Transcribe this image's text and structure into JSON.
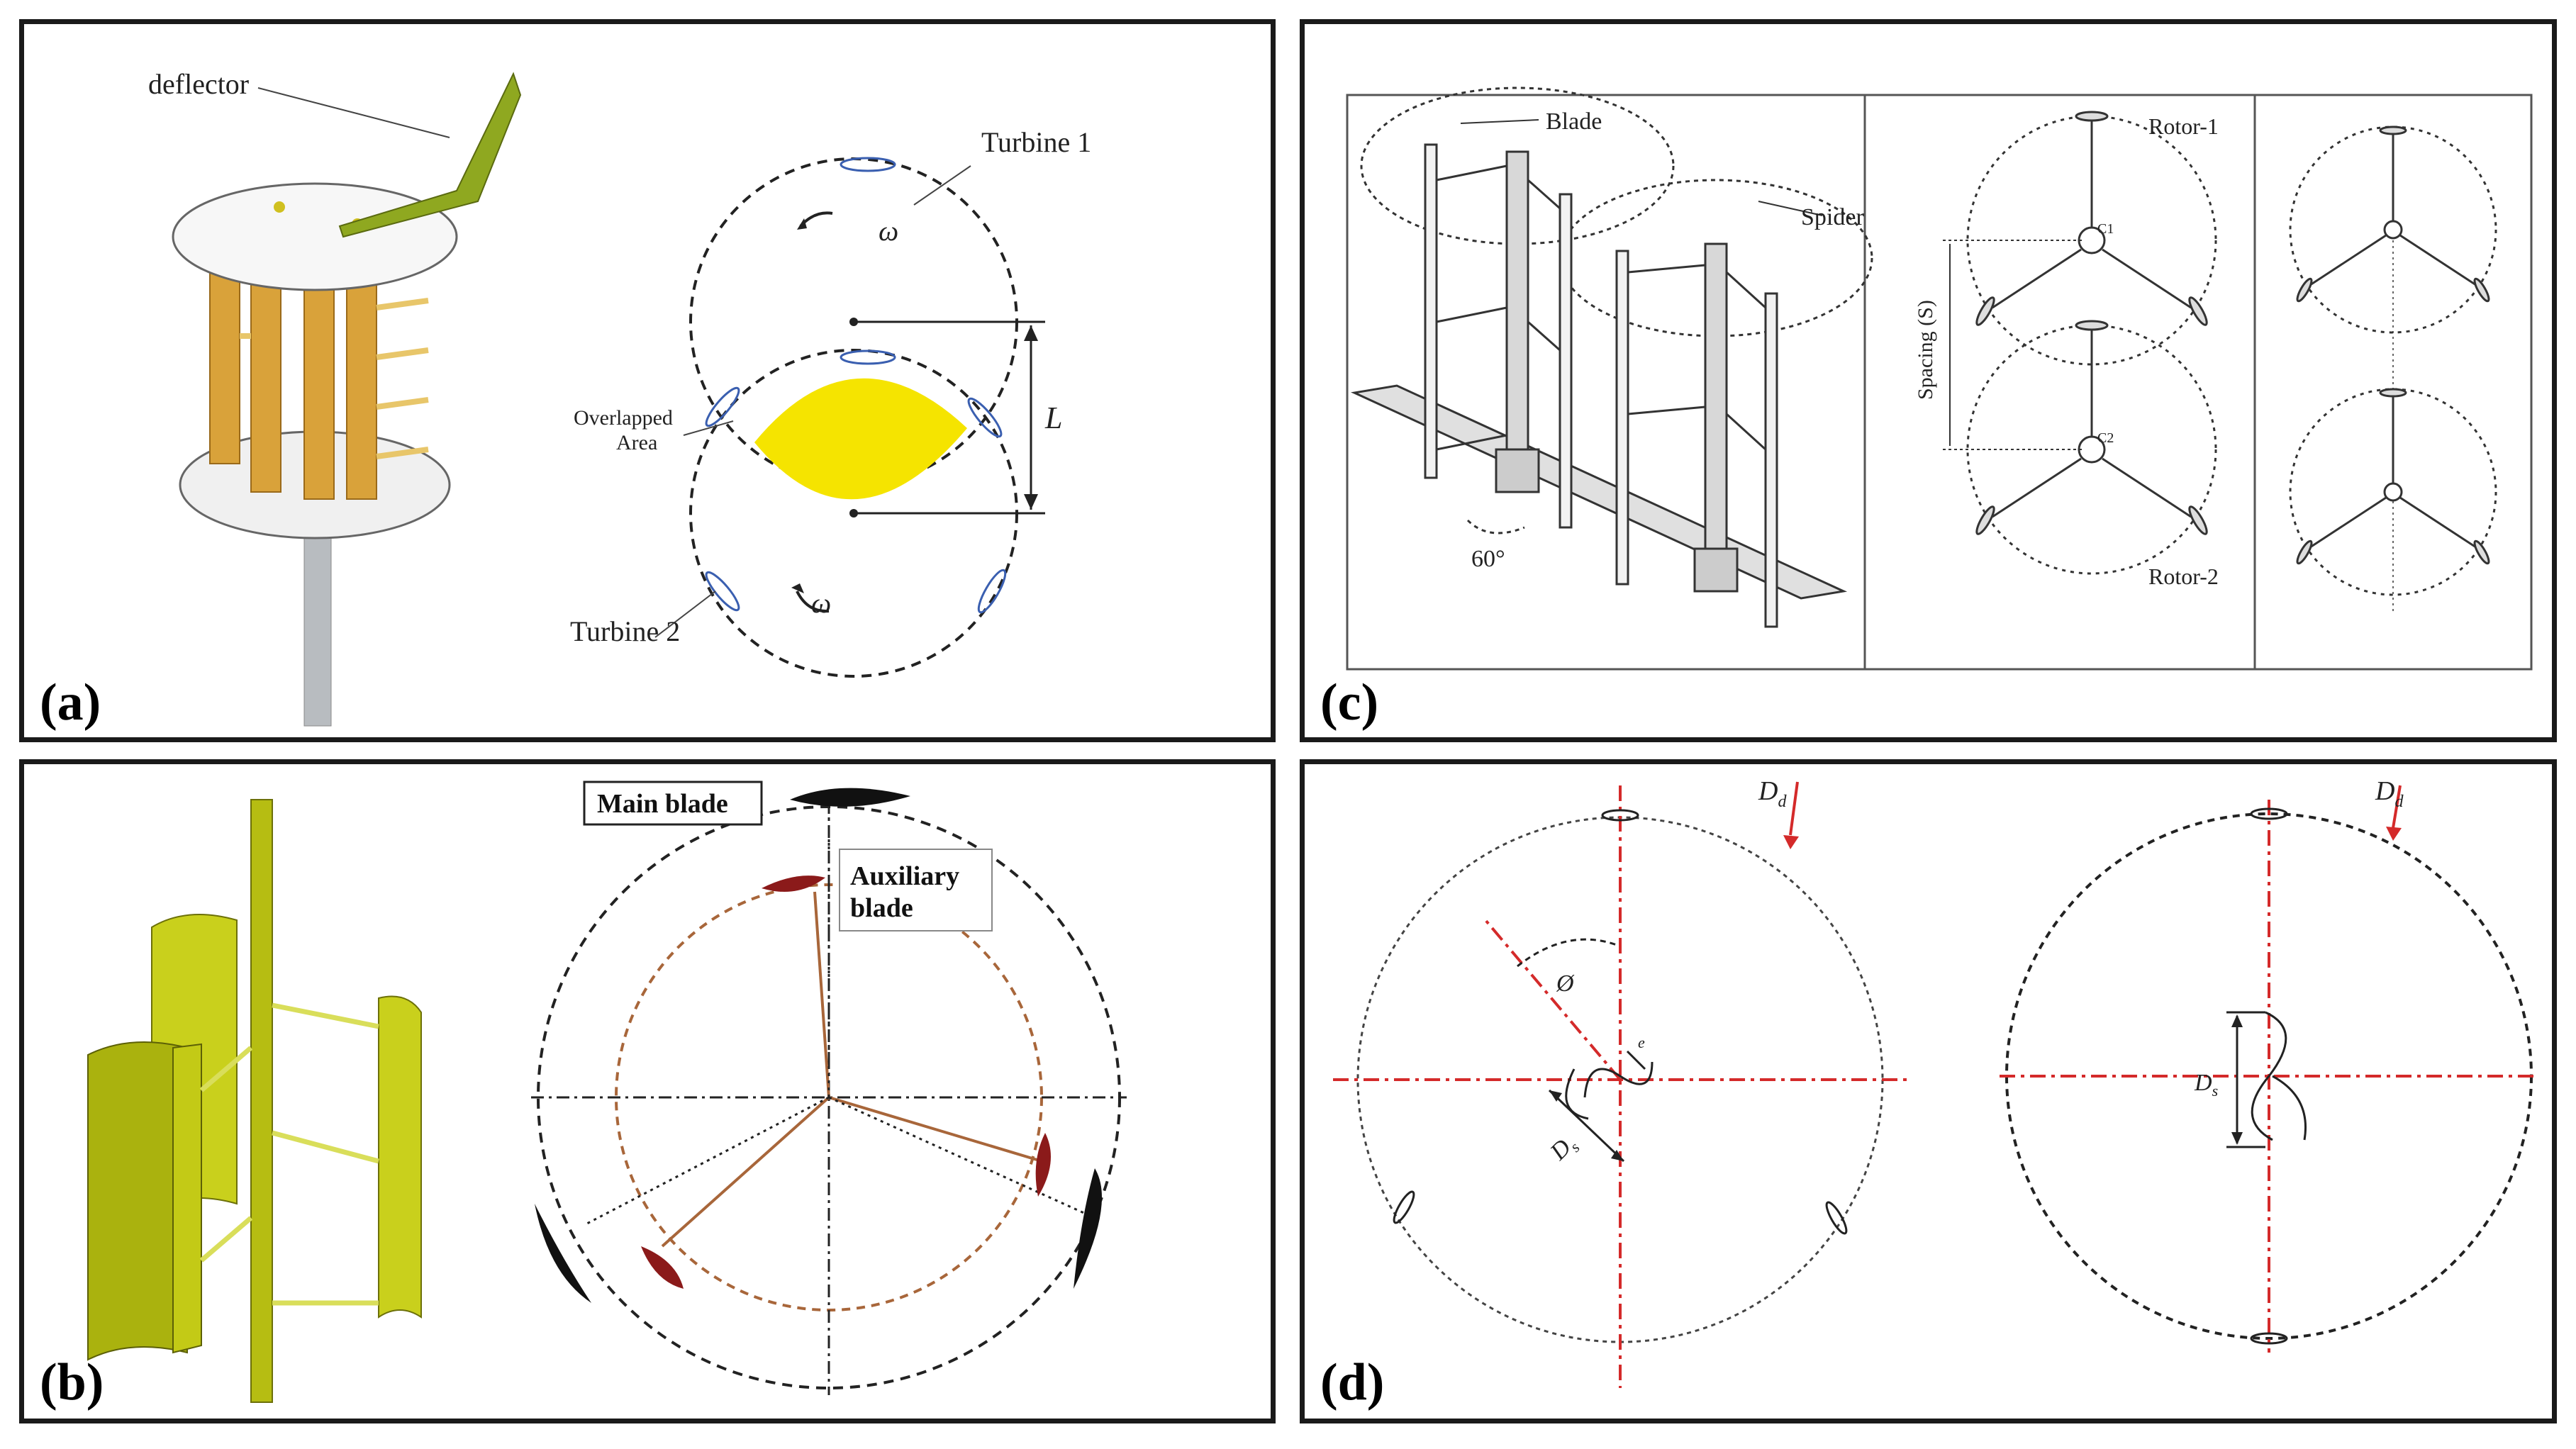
{
  "panels": {
    "a": {
      "label": "(a)",
      "deflector": "deflector",
      "turbine1": "Turbine 1",
      "turbine2": "Turbine 2",
      "omega": "ω",
      "overlapped_line1": "Overlapped",
      "overlapped_line2": "Area",
      "L": "L"
    },
    "b": {
      "label": "(b)",
      "main_blade": "Main blade",
      "aux_line1": "Auxiliary",
      "aux_line2": "blade"
    },
    "c": {
      "label": "(c)",
      "blade": "Blade",
      "spider": "Spider",
      "angle": "60°",
      "rotor1": "Rotor-1",
      "rotor2": "Rotor-2",
      "spacing": "Spacing (S)",
      "c1": "C1",
      "c2": "C2"
    },
    "d": {
      "label": "(d)",
      "dd_left": "D",
      "dd_left_sub": "d",
      "dd_right": "D",
      "dd_right_sub": "d",
      "ds_left": "D",
      "ds_left_sub": "s",
      "ds_right": "D",
      "ds_right_sub": "s",
      "phi": "Ø",
      "e": "e"
    }
  },
  "colors": {
    "overlap_fill": "#f5e400",
    "blade_gold": "#d9a23a",
    "blade_olive": "#b6bd12",
    "aux_blade": "#8b1a1a",
    "aux_circle": "#a8663a",
    "centerline_red": "#d42a2a"
  }
}
